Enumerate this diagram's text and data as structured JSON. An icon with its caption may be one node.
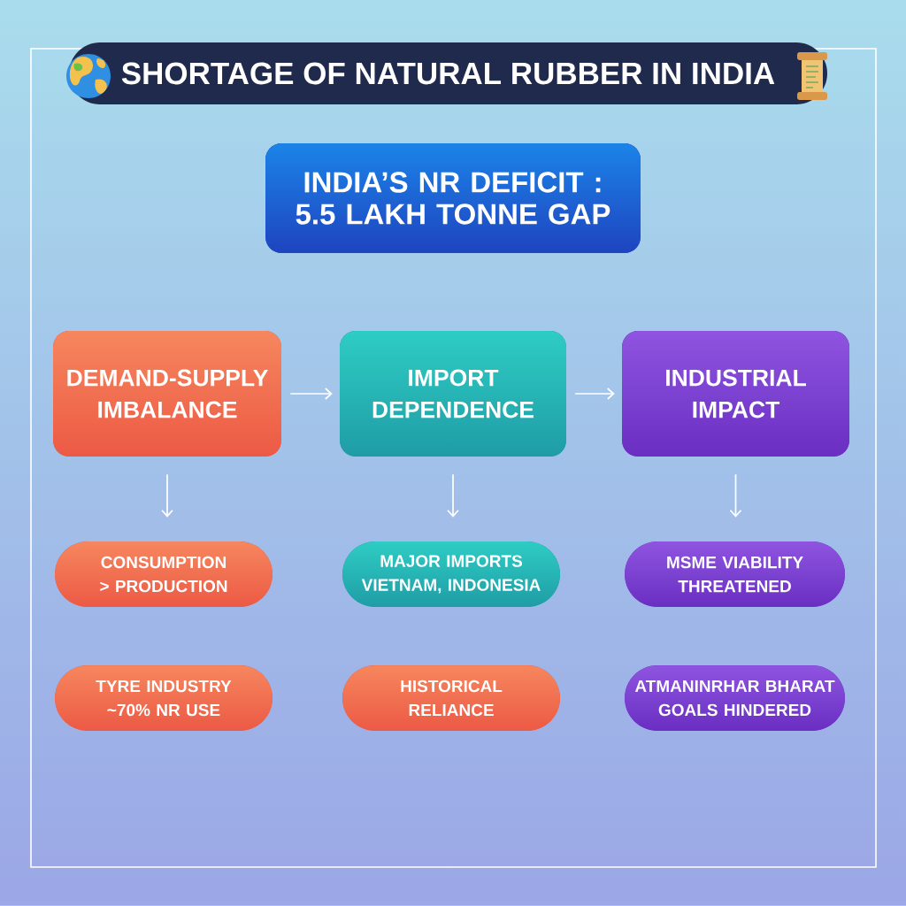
{
  "diagram": {
    "title": "SHORTAGE OF NATURAL RUBBER IN INDIA",
    "nodes": [
      {
        "text": [
          "INDIA’S NR DEFICIT : 5.5 LAKH TONNE GAP"
        ]
      },
      {
        "text": [
          "DEMAND-SUPPLY IMBALANCE"
        ]
      },
      {
        "text": [
          "IMPORT DEPENDENCE"
        ]
      },
      {
        "text": [
          "INDUSTRIAL IMPACT"
        ]
      },
      {
        "text": [
          "CONSUMPTION > PRODUCTION"
        ]
      },
      {
        "text": [
          "MAJOR IMPORTS VIETNAM, INDONESIA"
        ]
      },
      {
        "text": [
          "MSME VIABILITY THREATENED"
        ]
      },
      {
        "text": [
          "TYRE INDUSTRY ~70% NR USE"
        ]
      },
      {
        "text": [
          "HISTORICAL RELIANCE"
        ]
      },
      {
        "text": [
          "ATMANINRHAR BHARAT GOALS HINDERED"
        ]
      }
    ],
    "edges": [
      {
        "from": 1,
        "to": 2,
        "arrow": "to"
      },
      {
        "from": 2,
        "to": 3,
        "arrow": "to"
      },
      {
        "from": 1,
        "to": 4,
        "arrow": "to"
      },
      {
        "from": 2,
        "to": 5,
        "arrow": "to"
      },
      {
        "from": 3,
        "to": 6,
        "arrow": "to"
      }
    ]
  }
}
